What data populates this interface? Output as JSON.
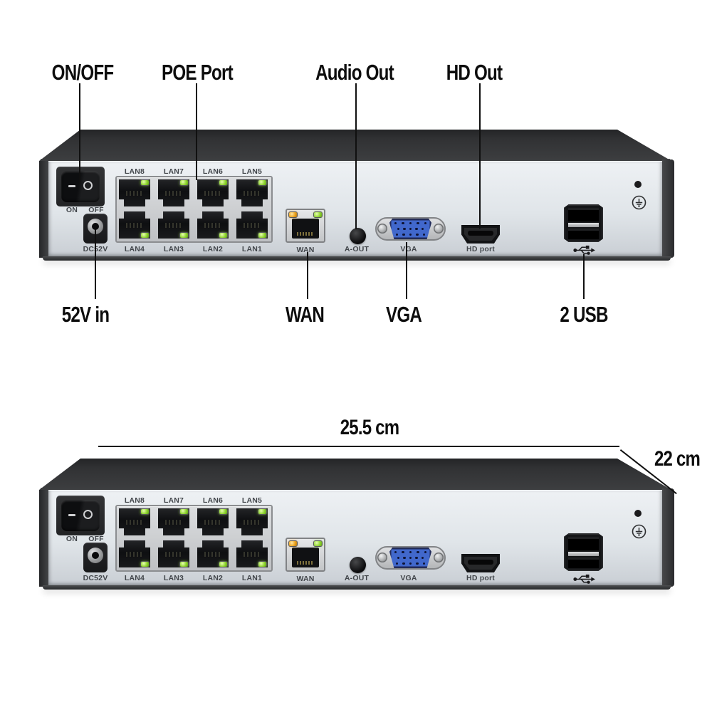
{
  "callouts": {
    "on_off": "ON/OFF",
    "poe_port": "POE Port",
    "audio_out": "Audio Out",
    "hd_out": "HD Out",
    "v52_in": "52V in",
    "wan": "WAN",
    "vga": "VGA",
    "usb": "2 USB"
  },
  "panel": {
    "lan_top": [
      "LAN8",
      "LAN7",
      "LAN6",
      "LAN5"
    ],
    "lan_bottom": [
      "LAN4",
      "LAN3",
      "LAN2",
      "LAN1"
    ],
    "switch_on": "ON",
    "switch_off": "OFF",
    "dc_input": "DC52V",
    "wan": "WAN",
    "audio_out": "A-OUT",
    "vga": "VGA",
    "hd_port": "HD port"
  },
  "dimensions": {
    "width": "25.5 cm",
    "depth": "22 cm"
  },
  "colors": {
    "chassis": "#3a3b3d",
    "panel": "#e0e5e9",
    "led_green": "#7ed321",
    "led_orange": "#eda41e",
    "vga_blue": "#4168cc",
    "callout_line": "#101010"
  }
}
